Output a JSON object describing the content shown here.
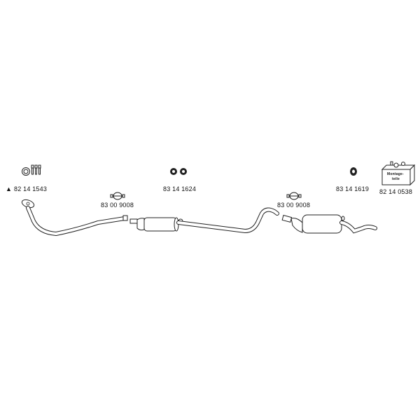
{
  "parts": {
    "gasket_kit": {
      "code": "82 14 1543",
      "marker": "▲"
    },
    "clamp_front": {
      "code": "83 00 9008"
    },
    "hanger_pair": {
      "code": "83 14 1624"
    },
    "clamp_rear": {
      "code": "83 00 9008"
    },
    "hanger_single": {
      "code": "83 14 1619"
    },
    "mounting_kit": {
      "code": "82 14 0538",
      "box_line1": "Montage-",
      "box_line2": "teile"
    }
  }
}
